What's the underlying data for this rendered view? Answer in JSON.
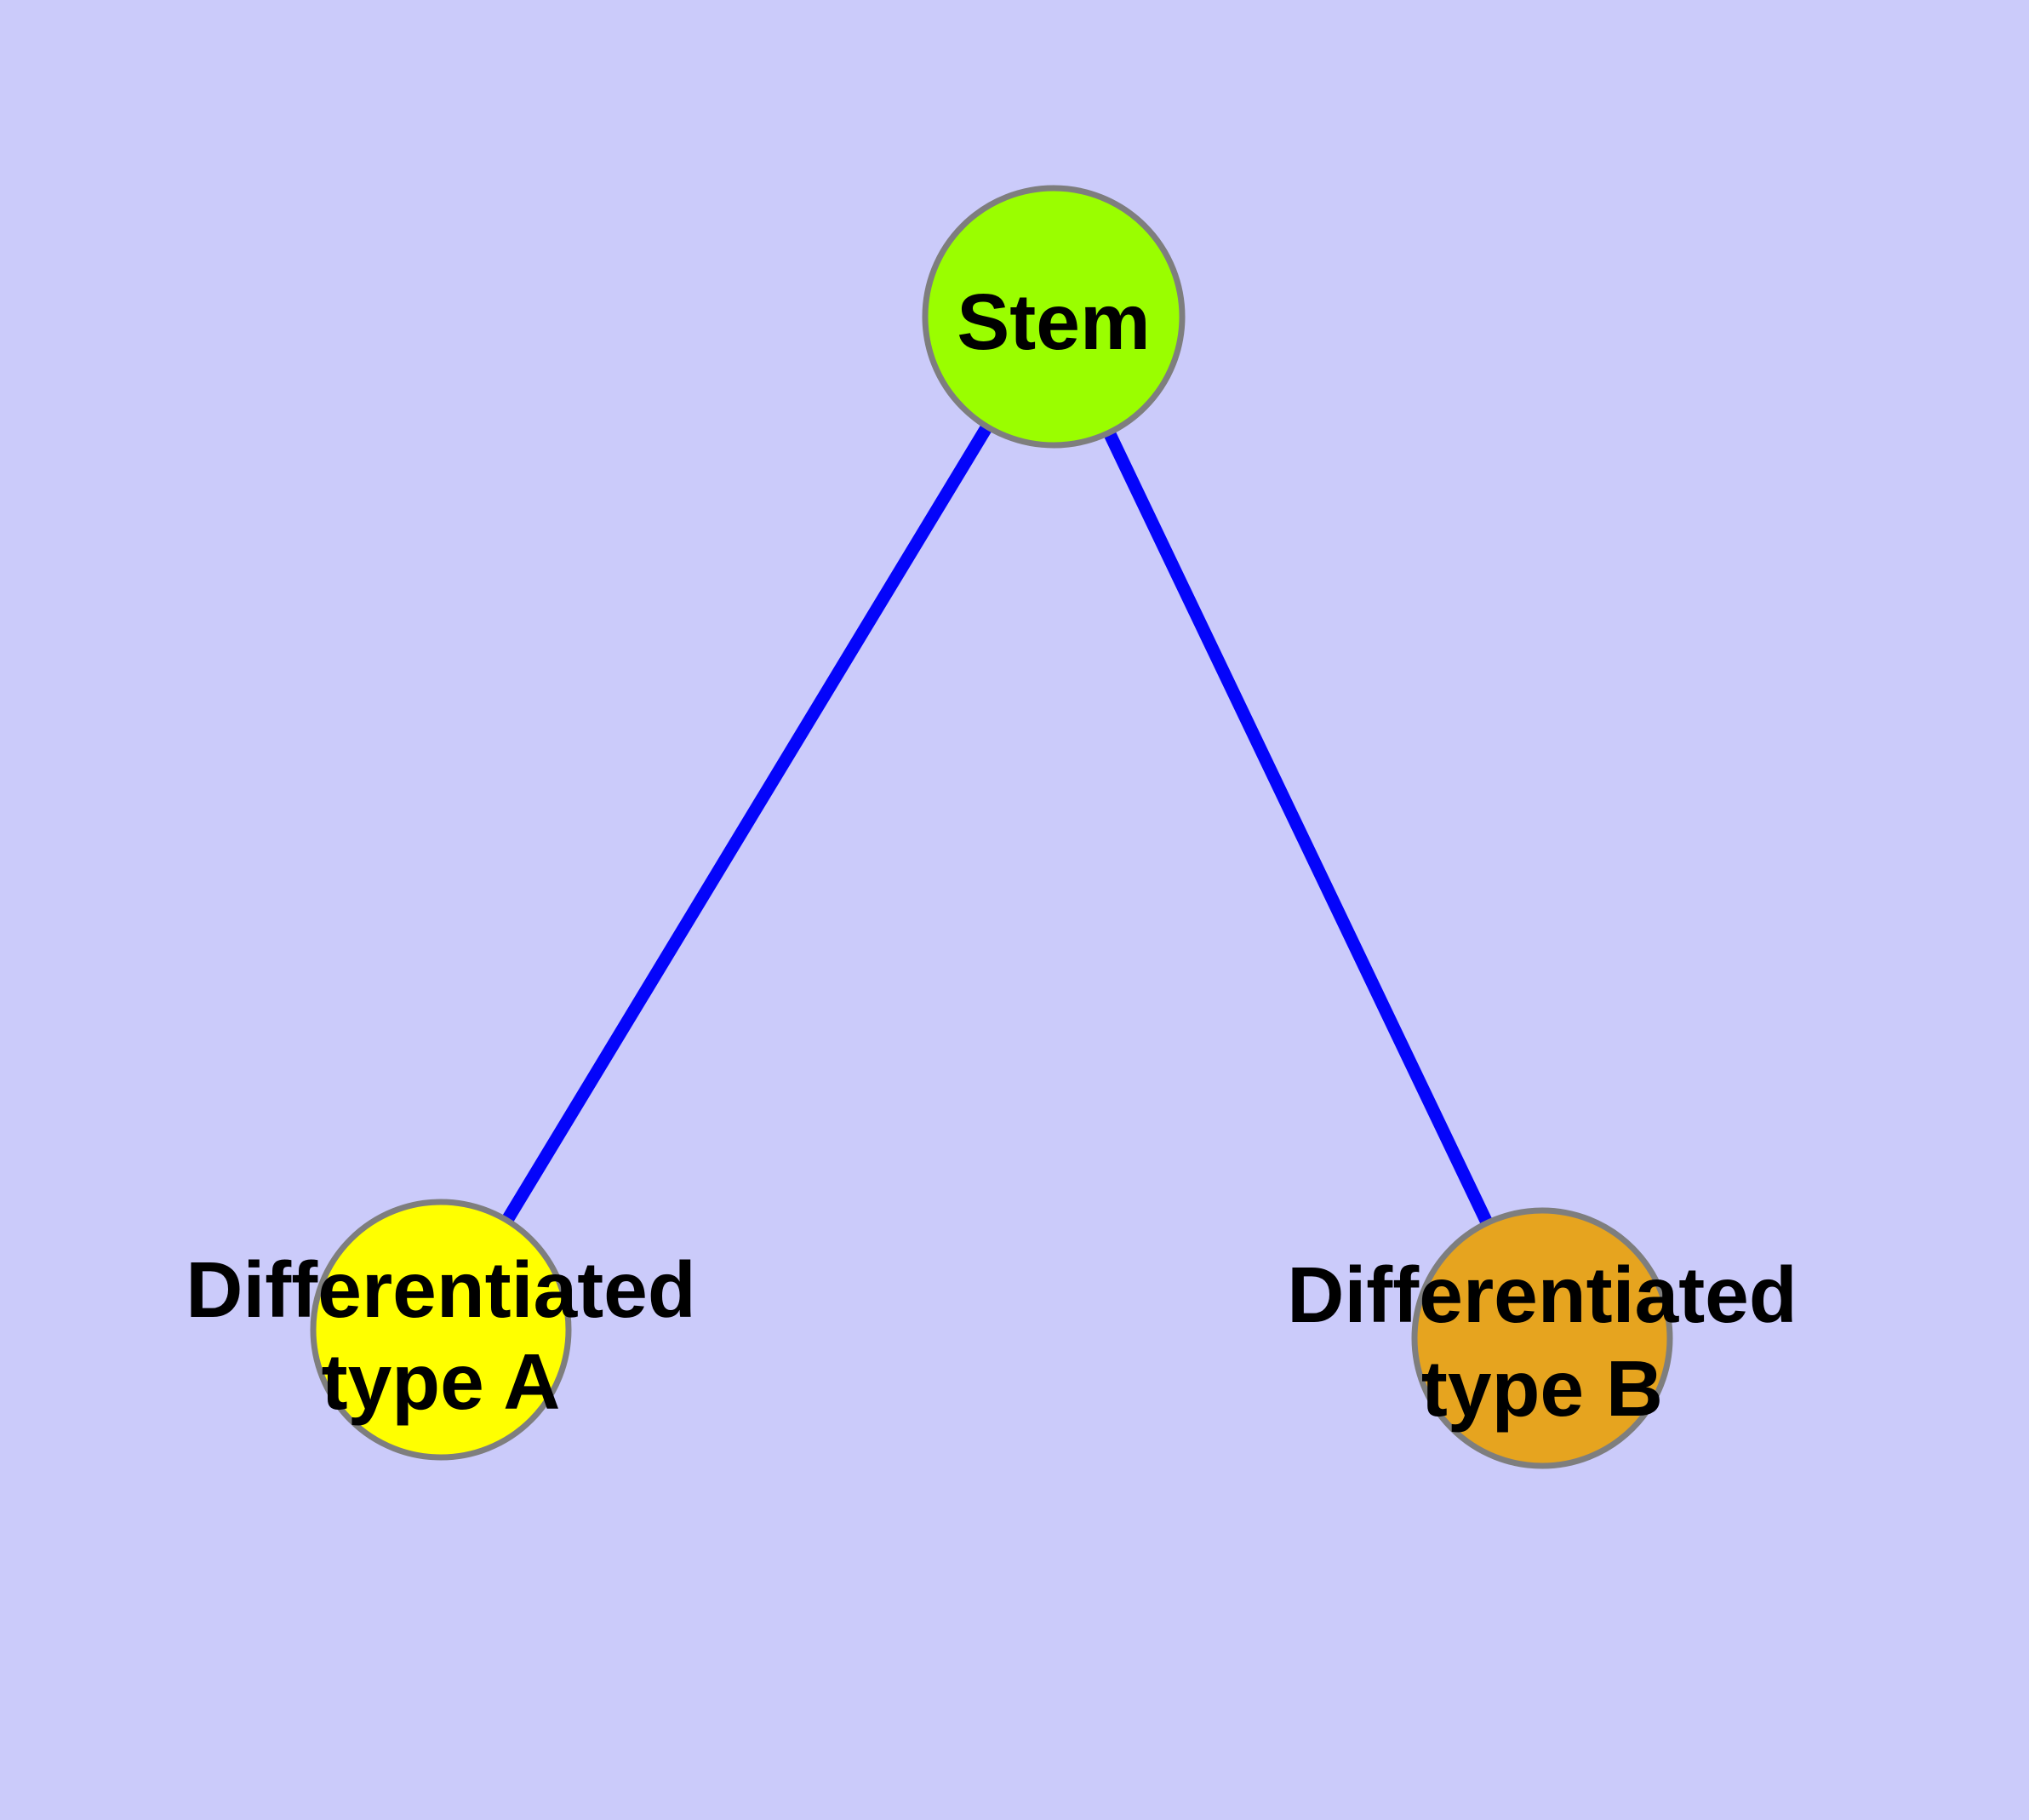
{
  "diagram": {
    "title": "",
    "background_color": "#cbcbfa",
    "edge_color": "#0404fa",
    "node_border_color": "#7e7e7e",
    "nodes": [
      {
        "id": "stem",
        "label_lines": [
          "Stem"
        ],
        "color": "#9afe00"
      },
      {
        "id": "differentiated-type-a",
        "label_lines": [
          "Differentiated",
          "type A"
        ],
        "color": "#ffff00"
      },
      {
        "id": "differentiated-type-b",
        "label_lines": [
          "Differentiated",
          "type B"
        ],
        "color": "#e6a41f"
      }
    ],
    "edges": [
      {
        "from": "stem",
        "to": "differentiated-type-a"
      },
      {
        "from": "stem",
        "to": "differentiated-type-b"
      }
    ]
  }
}
